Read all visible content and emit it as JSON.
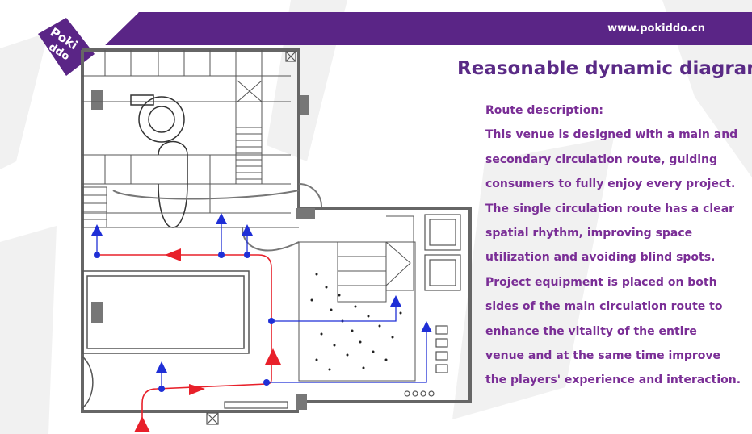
{
  "header": {
    "url": "www.pokiddo.cn",
    "brand_color": "#5a2586",
    "logo_text": "Poki ddo"
  },
  "title": "Reasonable dynamic diagram",
  "description": {
    "heading": "Route description:",
    "lines": [
      "This venue is designed with a main and",
      "secondary circulation route, guiding",
      "consumers to fully enjoy every project.",
      "The single circulation route has a clear",
      "spatial rhythm, improving space",
      "utilization and avoiding blind spots.",
      "Project equipment is placed on both",
      "sides of the main circulation route to",
      "enhance the vitality of the entire",
      "venue and at the same time improve",
      "the players' experience and interaction."
    ]
  },
  "diagram": {
    "main_route_color": "#e8202a",
    "secondary_route_color": "#1f2fd6",
    "wall_color": "#666666"
  }
}
